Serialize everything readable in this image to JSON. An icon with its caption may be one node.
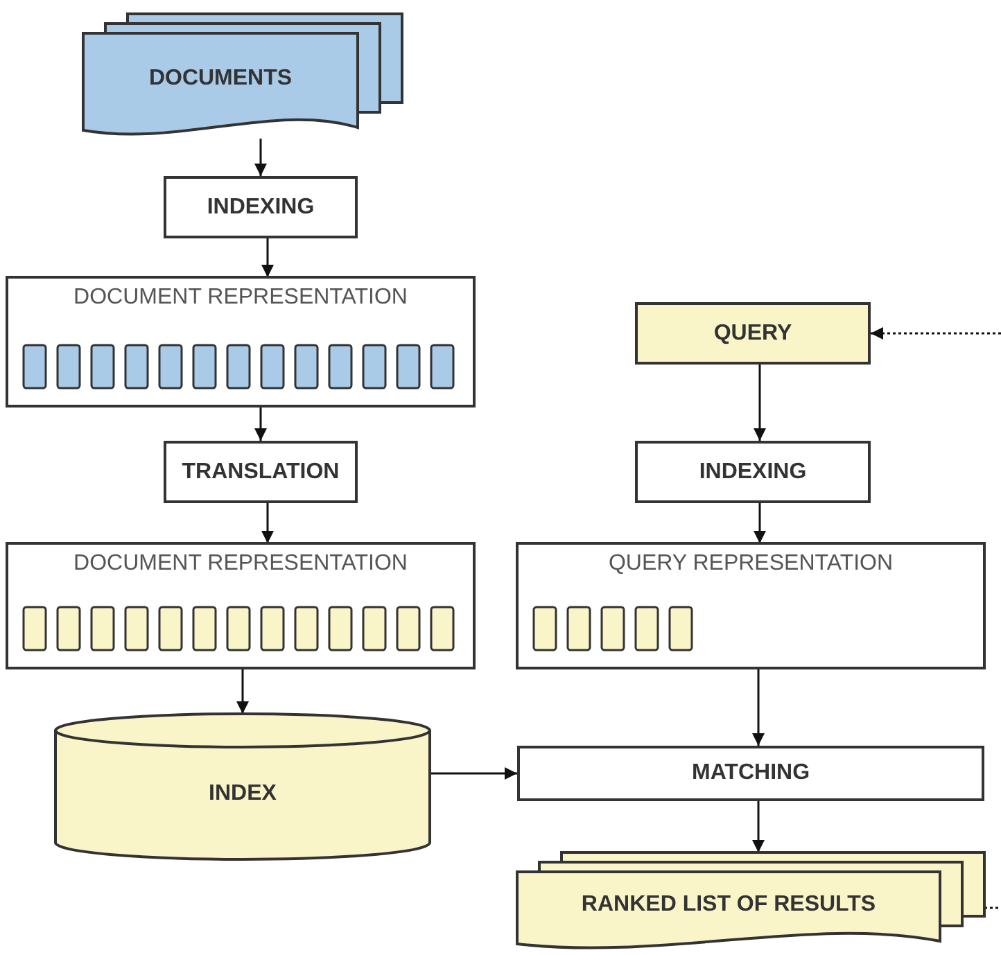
{
  "diagram": {
    "nodes": [
      {
        "text": [
          "DOCUMENTS"
        ]
      },
      {
        "text": [
          "INDEXING"
        ]
      },
      {
        "text": [
          "DOCUMENT REPRESENTATION"
        ]
      },
      {
        "text": [
          "TRANSLATION"
        ]
      },
      {
        "text": [
          "DOCUMENT REPRESENTATION"
        ]
      },
      {
        "text": [
          "INDEX"
        ]
      },
      {
        "text": [
          "QUERY"
        ]
      },
      {
        "text": [
          "INDEXING"
        ]
      },
      {
        "text": [
          "QUERY REPRESENTATION"
        ]
      },
      {
        "text": [
          "MATCHING"
        ]
      },
      {
        "text": [
          "RANKED LIST OF RESULTS"
        ]
      }
    ],
    "edges": [
      {
        "from": 0,
        "to": 1,
        "arrow": "to"
      },
      {
        "from": 1,
        "to": 2,
        "arrow": "to"
      },
      {
        "from": 2,
        "to": 3,
        "arrow": "to"
      },
      {
        "from": 3,
        "to": 4,
        "arrow": "to"
      },
      {
        "from": 4,
        "to": 5,
        "arrow": "to"
      },
      {
        "from": 5,
        "to": 9,
        "arrow": "to"
      },
      {
        "from": null,
        "to": 6,
        "arrow": "to",
        "style": "dashed"
      },
      {
        "from": 6,
        "to": 7,
        "arrow": "to"
      },
      {
        "from": 7,
        "to": 8,
        "arrow": "to"
      },
      {
        "from": 8,
        "to": 9,
        "arrow": "to"
      },
      {
        "from": 9,
        "to": 10,
        "arrow": "to"
      },
      {
        "from": 10,
        "to": null,
        "arrow": "none",
        "style": "dashed"
      }
    ]
  }
}
